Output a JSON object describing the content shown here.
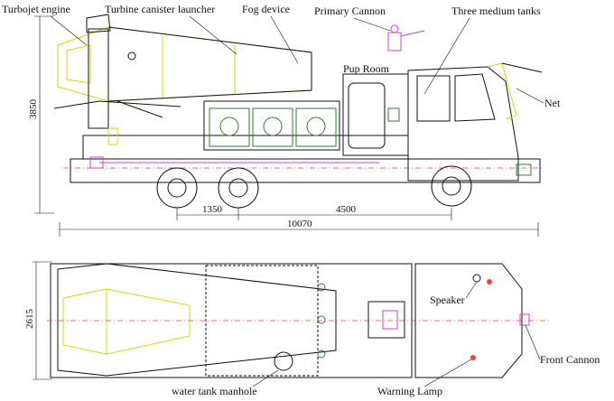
{
  "labels": {
    "turbojet_engine": "Turbojet engine",
    "turbine_canister_launcher": "Turbine canister launcher",
    "fog_device": "Fog device",
    "primary_cannon": "Primary Cannon",
    "three_medium_tanks": "Three medium tanks",
    "pump_room": "Pup Room",
    "net": "Net",
    "speaker": "Speaker",
    "front_cannon": "Front Cannon",
    "water_tank_manhole": "water tank manhole",
    "warning_lamp": "Warning Lamp"
  },
  "dimensions": {
    "height": "3850",
    "wheelbase_rear": "1350",
    "wheelbase_front": "4500",
    "overall_length": "10070",
    "width": "2615"
  },
  "colors": {
    "outline": "#111111",
    "launcher": "#d8d800",
    "cannon": "#d040d0",
    "centerline": "#ff3b3b",
    "tanks": "#2e7d32"
  }
}
